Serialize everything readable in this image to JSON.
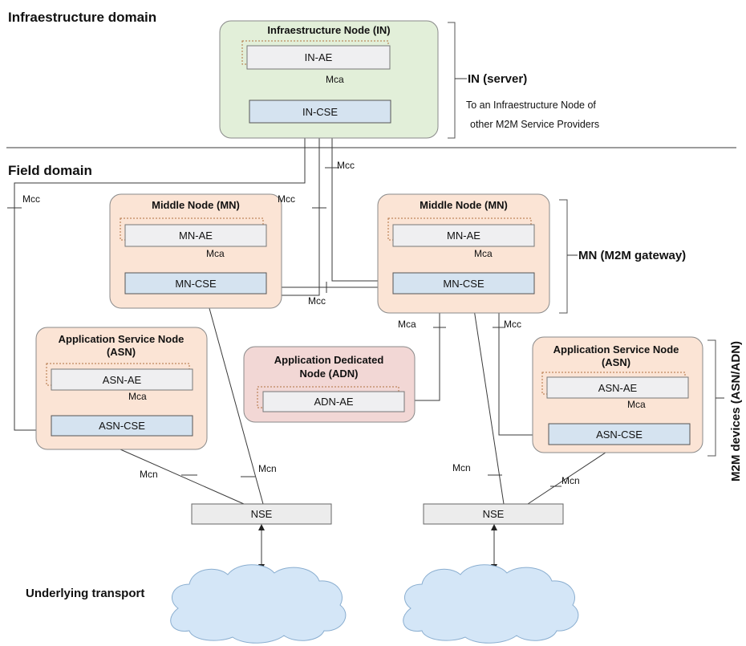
{
  "domains": {
    "infrastructure": "Infraestructure domain",
    "field": "Field domain"
  },
  "nodes": {
    "in": {
      "title": "Infraestructure Node (IN)",
      "ae": "IN-AE",
      "cse": "IN-CSE"
    },
    "mn_left": {
      "title": "Middle Node (MN)",
      "ae": "MN-AE",
      "cse": "MN-CSE"
    },
    "mn_right": {
      "title": "Middle Node (MN)",
      "ae": "MN-AE",
      "cse": "MN-CSE"
    },
    "asn_left": {
      "title_line1": "Application Service Node",
      "title_line2": "(ASN)",
      "ae": "ASN-AE",
      "cse": "ASN-CSE"
    },
    "adn": {
      "title_line1": "Application Dedicated",
      "title_line2": "Node  (ADN)",
      "ae": "ADN-AE"
    },
    "asn_right": {
      "title_line1": "Application Service Node",
      "title_line2": "(ASN)",
      "ae": "ASN-AE",
      "cse": "ASN-CSE"
    },
    "nse_left": "NSE",
    "nse_right": "NSE"
  },
  "interfaces": {
    "mca": "Mca",
    "mcc": "Mcc",
    "mcn": "Mcn"
  },
  "side_labels": {
    "in_server": "IN (server)",
    "other_sp_line1": "To an Infraestructure Node of",
    "other_sp_line2": "other M2M Service Providers",
    "mn_gateway": "MN (M2M gateway)",
    "devices": "M2M devices (ASN/ADN)"
  },
  "transport_label": "Underlying transport"
}
